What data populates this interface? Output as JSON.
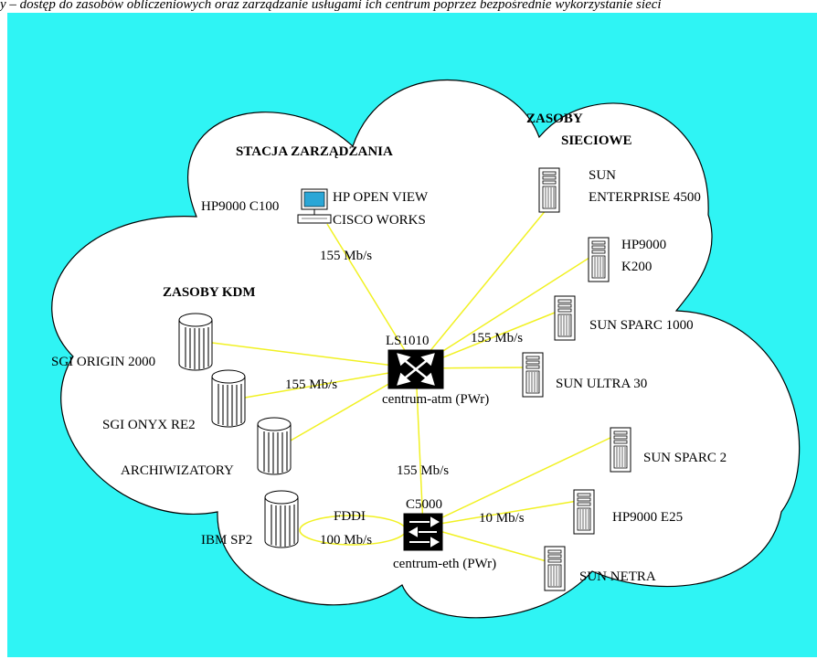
{
  "caption": "y – dostęp do zasobów obliczeniowych oraz zarządzanie usługami ich centrum poprzez bezpośrednie wykorzystanie sieci",
  "colors": {
    "background": "#2ff4f4",
    "cloud_fill": "#ffffff",
    "cloud_stroke": "#000000",
    "link": "#f1f123",
    "switch": "#000000"
  },
  "groups": {
    "management": "STACJA ZARZĄDZANIA",
    "kdm": "ZASOBY KDM",
    "network_line1": "ZASOBY",
    "network_line2": "SIECIOWE"
  },
  "management_station": {
    "host": "HP9000 C100",
    "software_1": "HP OPEN VIEW",
    "software_2": "CISCO WORKS",
    "link_speed": "155 Mb/s"
  },
  "atm_switch": {
    "model": "LS1010",
    "name": "centrum-atm (PWr)",
    "icon": "atm-switch-icon"
  },
  "eth_switch": {
    "model": "C5000",
    "name": "centrum-eth (PWr)",
    "icon": "ethernet-switch-icon"
  },
  "kdm_resources": [
    {
      "label": "SGI ORIGIN 2000",
      "icon": "storage-cylinder-icon"
    },
    {
      "label": "SGI ONYX RE2",
      "icon": "storage-cylinder-icon"
    },
    {
      "label": "ARCHIWIZATORY",
      "icon": "storage-cylinder-icon"
    },
    {
      "label": "IBM SP2",
      "icon": "storage-cylinder-icon"
    }
  ],
  "kdm_link_speed": "155 Mb/s",
  "backbone_link_speed": "155 Mb/s",
  "fddi": {
    "label": "FDDI",
    "speed": "100 Mb/s"
  },
  "atm_servers": [
    {
      "line1": "SUN",
      "line2": "ENTERPRISE 4500",
      "icon": "server-tower-icon"
    },
    {
      "line1": "HP9000",
      "line2": "K200",
      "icon": "server-tower-icon"
    },
    {
      "line1": "SUN SPARC 1000",
      "icon": "server-tower-icon"
    },
    {
      "line1": "SUN ULTRA 30",
      "icon": "server-tower-icon"
    }
  ],
  "atm_servers_link_speed": "155 Mb/s",
  "eth_servers": [
    {
      "line1": "SUN SPARC 2",
      "icon": "server-tower-icon"
    },
    {
      "line1": "HP9000 E25",
      "icon": "server-tower-icon"
    },
    {
      "line1": "SUN NETRA",
      "icon": "server-tower-icon"
    }
  ],
  "eth_servers_link_speed": "10 Mb/s"
}
